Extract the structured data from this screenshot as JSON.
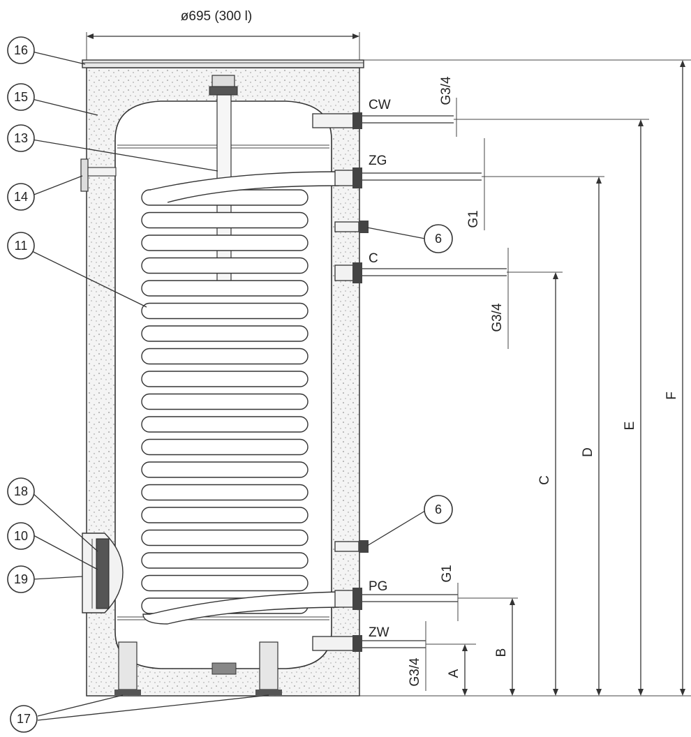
{
  "diameter_label": "ø695 (300 l)",
  "connections": {
    "cw": "CW",
    "zg": "ZG",
    "c": "C",
    "pg": "PG",
    "zw": "ZW"
  },
  "thread_sizes": {
    "cw": "G3/4",
    "zg": "G1",
    "c": "G3/4",
    "pg": "G1",
    "zw": "G3/4"
  },
  "height_dimensions": {
    "a": "A",
    "b": "B",
    "c": "C",
    "d": "D",
    "e": "E",
    "f": "F"
  },
  "callouts": {
    "c16": "16",
    "c15": "15",
    "c13": "13",
    "c14": "14",
    "c11": "11",
    "c6_upper": "6",
    "c6_lower": "6",
    "c18": "18",
    "c10": "10",
    "c19": "19",
    "c17": "17"
  }
}
